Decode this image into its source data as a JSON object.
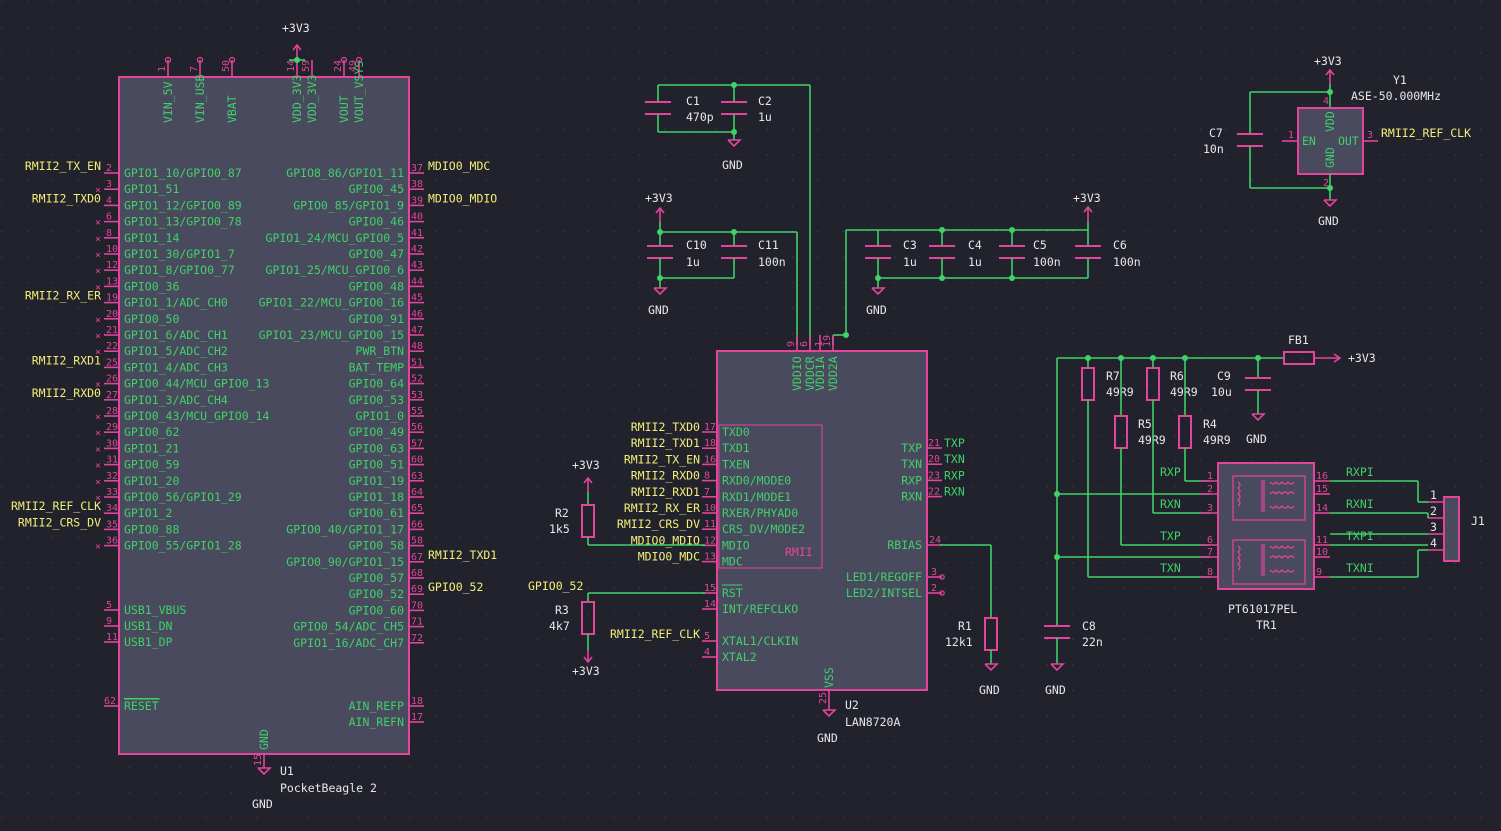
{
  "power_labels": {
    "v3v3": "+3V3",
    "gnd": "GND"
  },
  "u1": {
    "ref": "U1",
    "value": "PocketBeagle 2",
    "top_pins": [
      {
        "num": "1",
        "name": "VIN_5V"
      },
      {
        "num": "7",
        "name": "VIN_USB"
      },
      {
        "num": "50",
        "name": "VBAT"
      },
      {
        "num": "14",
        "name": "VDD_3V3"
      },
      {
        "num": "59",
        "name": "VDD_3V3"
      },
      {
        "num": "24",
        "name": "VOUT"
      },
      {
        "num": "49",
        "name": "VOUT_VSYS"
      }
    ],
    "left_pins": [
      {
        "num": "2",
        "name": "GPIO1_10/GPIO0_87",
        "net": "RMII2_TX_EN"
      },
      {
        "num": "3",
        "name": "GPIO1_51",
        "net": ""
      },
      {
        "num": "4",
        "name": "GPIO1_12/GPIO0_89",
        "net": "RMII2_TXD0"
      },
      {
        "num": "6",
        "name": "GPIO1_13/GPIO0_78",
        "net": ""
      },
      {
        "num": "8",
        "name": "GPIO1_14",
        "net": ""
      },
      {
        "num": "10",
        "name": "GPIO1_30/GPIO1_7",
        "net": ""
      },
      {
        "num": "12",
        "name": "GPIO1_8/GPIO0_77",
        "net": ""
      },
      {
        "num": "13",
        "name": "GPIO0_36",
        "net": ""
      },
      {
        "num": "19",
        "name": "GPIO1_1/ADC_CH0",
        "net": "RMII2_RX_ER"
      },
      {
        "num": "20",
        "name": "GPIO0_50",
        "net": ""
      },
      {
        "num": "21",
        "name": "GPIO1_6/ADC_CH1",
        "net": ""
      },
      {
        "num": "22",
        "name": "GPIO1_5/ADC_CH2",
        "net": ""
      },
      {
        "num": "25",
        "name": "GPIO1_4/ADC_CH3",
        "net": "RMII2_RXD1"
      },
      {
        "num": "26",
        "name": "GPIO0_44/MCU_GPIO0_13",
        "net": ""
      },
      {
        "num": "27",
        "name": "GPIO1_3/ADC_CH4",
        "net": "RMII2_RXD0"
      },
      {
        "num": "28",
        "name": "GPIO0_43/MCU_GPIO0_14",
        "net": ""
      },
      {
        "num": "29",
        "name": "GPIO0_62",
        "net": ""
      },
      {
        "num": "30",
        "name": "GPIO1_21",
        "net": ""
      },
      {
        "num": "31",
        "name": "GPIO0_59",
        "net": ""
      },
      {
        "num": "32",
        "name": "GPIO1_20",
        "net": ""
      },
      {
        "num": "33",
        "name": "GPIO0_56/GPIO1_29",
        "net": ""
      },
      {
        "num": "34",
        "name": "GPIO1_2",
        "net": "RMII2_REF_CLK"
      },
      {
        "num": "35",
        "name": "GPIO0_88",
        "net": "RMII2_CRS_DV"
      },
      {
        "num": "36",
        "name": "GPIO0_55/GPIO1_28",
        "net": ""
      }
    ],
    "left_pins_b": [
      {
        "num": "5",
        "name": "USB1_VBUS"
      },
      {
        "num": "9",
        "name": "USB1_DN"
      },
      {
        "num": "11",
        "name": "USB1_DP"
      }
    ],
    "reset_pin": {
      "num": "62",
      "name": "RESET"
    },
    "right_pins": [
      {
        "num": "37",
        "name": "GPIO8_86/GPIO1_11",
        "net": "MDIO0_MDC"
      },
      {
        "num": "38",
        "name": "GPIO0_45",
        "net": ""
      },
      {
        "num": "39",
        "name": "GPIO0_85/GPIO1_9",
        "net": "MDIO0_MDIO"
      },
      {
        "num": "40",
        "name": "GPIO0_46",
        "net": ""
      },
      {
        "num": "41",
        "name": "GPIO1_24/MCU_GPIO0_5",
        "net": ""
      },
      {
        "num": "42",
        "name": "GPIO0_47",
        "net": ""
      },
      {
        "num": "43",
        "name": "GPIO1_25/MCU_GPIO0_6",
        "net": ""
      },
      {
        "num": "44",
        "name": "GPIO0_48",
        "net": ""
      },
      {
        "num": "45",
        "name": "GPIO1_22/MCU_GPIO0_16",
        "net": ""
      },
      {
        "num": "46",
        "name": "GPIO0_91",
        "net": ""
      },
      {
        "num": "47",
        "name": "GPIO1_23/MCU_GPIO0_15",
        "net": ""
      },
      {
        "num": "48",
        "name": "PWR_BTN",
        "net": ""
      },
      {
        "num": "51",
        "name": "BAT_TEMP",
        "net": ""
      },
      {
        "num": "52",
        "name": "GPIO0_64",
        "net": ""
      },
      {
        "num": "53",
        "name": "GPIO0_53",
        "net": ""
      },
      {
        "num": "55",
        "name": "GPIO1_0",
        "net": ""
      },
      {
        "num": "56",
        "name": "GPIO0_49",
        "net": ""
      },
      {
        "num": "57",
        "name": "GPIO0_63",
        "net": ""
      },
      {
        "num": "60",
        "name": "GPIO0_51",
        "net": ""
      },
      {
        "num": "63",
        "name": "GPIO1_19",
        "net": ""
      },
      {
        "num": "64",
        "name": "GPIO1_18",
        "net": ""
      },
      {
        "num": "65",
        "name": "GPIO0_61",
        "net": ""
      },
      {
        "num": "66",
        "name": "GPIO0_40/GPIO1_17",
        "net": ""
      },
      {
        "num": "58",
        "name": "GPIO0_58",
        "net": ""
      },
      {
        "num": "67",
        "name": "GPIO0_90/GPIO1_15",
        "net": "RMII2_TXD1"
      },
      {
        "num": "68",
        "name": "GPIO0_57",
        "net": ""
      },
      {
        "num": "69",
        "name": "GPIO0_52",
        "net": "GPIO0_52"
      },
      {
        "num": "70",
        "name": "GPIO0_60",
        "net": ""
      },
      {
        "num": "71",
        "name": "GPIO0_54/ADC_CH5",
        "net": ""
      },
      {
        "num": "72",
        "name": "GPIO1_16/ADC_CH7",
        "net": ""
      }
    ],
    "ain_pins": [
      {
        "num": "18",
        "name": "AIN_REFP"
      },
      {
        "num": "17",
        "name": "AIN_REFN"
      }
    ],
    "gnd_pin": {
      "num": "15",
      "name": "GND"
    }
  },
  "u2": {
    "ref": "U2",
    "value": "LAN8720A",
    "box_label": "RMII",
    "top_pins": [
      {
        "num": "9",
        "name": "VDDIO"
      },
      {
        "num": "6",
        "name": "VDDCR"
      },
      {
        "num": "1",
        "name": "VDD1A"
      },
      {
        "num": "19",
        "name": "VDD2A"
      }
    ],
    "left_pins": [
      {
        "num": "17",
        "name": "TXD0",
        "net": "RMII2_TXD0"
      },
      {
        "num": "18",
        "name": "TXD1",
        "net": "RMII2_TXD1"
      },
      {
        "num": "16",
        "name": "TXEN",
        "net": "RMII2_TX_EN"
      },
      {
        "num": "8",
        "name": "RXD0/MODE0",
        "net": "RMII2_RXD0"
      },
      {
        "num": "7",
        "name": "RXD1/MODE1",
        "net": "RMII2_RXD1"
      },
      {
        "num": "10",
        "name": "RXER/PHYAD0",
        "net": "RMII2_RX_ER"
      },
      {
        "num": "11",
        "name": "CRS_DV/MODE2",
        "net": "RMII2_CRS_DV"
      },
      {
        "num": "12",
        "name": "MDIO",
        "net": "MDIO0_MDIO"
      },
      {
        "num": "13",
        "name": "MDC",
        "net": "MDIO0_MDC"
      }
    ],
    "left_pins_b": [
      {
        "num": "15",
        "name": "RST"
      },
      {
        "num": "14",
        "name": "INT/REFCLKO"
      },
      {
        "num": "5",
        "name": "XTAL1/CLKIN"
      },
      {
        "num": "4",
        "name": "XTAL2"
      }
    ],
    "xtal_net": "RMII2_REF_CLK",
    "right_pins": [
      {
        "num": "21",
        "name": "TXP",
        "net": "TXP"
      },
      {
        "num": "20",
        "name": "TXN",
        "net": "TXN"
      },
      {
        "num": "23",
        "name": "RXP",
        "net": "RXP"
      },
      {
        "num": "22",
        "name": "RXN",
        "net": "RXN"
      }
    ],
    "rbias_pin": {
      "num": "24",
      "name": "RBIAS"
    },
    "led_pins": [
      {
        "num": "3",
        "name": "LED1/REGOFF"
      },
      {
        "num": "2",
        "name": "LED2/INTSEL"
      }
    ],
    "vss_pin": {
      "num": "25",
      "name": "VSS"
    }
  },
  "caps": {
    "c1": {
      "ref": "C1",
      "value": "470p"
    },
    "c2": {
      "ref": "C2",
      "value": "1u"
    },
    "c10": {
      "ref": "C10",
      "value": "1u"
    },
    "c11": {
      "ref": "C11",
      "value": "100n"
    },
    "c3": {
      "ref": "C3",
      "value": "1u"
    },
    "c4": {
      "ref": "C4",
      "value": "1u"
    },
    "c5": {
      "ref": "C5",
      "value": "100n"
    },
    "c6": {
      "ref": "C6",
      "value": "100n"
    },
    "c7": {
      "ref": "C7",
      "value": "10n"
    },
    "c8": {
      "ref": "C8",
      "value": "22n"
    },
    "c9": {
      "ref": "C9",
      "value": "10u"
    }
  },
  "res": {
    "r1": {
      "ref": "R1",
      "value": "12k1"
    },
    "r2": {
      "ref": "R2",
      "value": "1k5"
    },
    "r3": {
      "ref": "R3",
      "value": "4k7"
    },
    "r4": {
      "ref": "R4",
      "value": "49R9"
    },
    "r5": {
      "ref": "R5",
      "value": "49R9"
    },
    "r6": {
      "ref": "R6",
      "value": "49R9"
    },
    "r7": {
      "ref": "R7",
      "value": "49R9"
    }
  },
  "r2_net": "",
  "r3_net": "GPIO0_52",
  "y1": {
    "ref": "Y1",
    "value": "ASE-50.000MHz",
    "pins": [
      {
        "num": "1",
        "name": "EN"
      },
      {
        "num": "3",
        "name": "OUT"
      },
      {
        "num": "4",
        "name": "VDD"
      },
      {
        "num": "2",
        "name": "GND"
      }
    ],
    "net": "RMII2_REF_CLK"
  },
  "fb1": {
    "ref": "FB1"
  },
  "tr1": {
    "ref": "TR1",
    "value": "PT61017PEL",
    "pins_left": [
      {
        "num": "1",
        "net": "RXP"
      },
      {
        "num": "2",
        "net": ""
      },
      {
        "num": "3",
        "net": "RXN"
      },
      {
        "num": "6",
        "net": "TXP"
      },
      {
        "num": "7",
        "net": ""
      },
      {
        "num": "8",
        "net": "TXN"
      }
    ],
    "pins_right": [
      {
        "num": "16",
        "net": "RXPI"
      },
      {
        "num": "15",
        "net": ""
      },
      {
        "num": "14",
        "net": "RXNI"
      },
      {
        "num": "11",
        "net": "TXPI"
      },
      {
        "num": "10",
        "net": ""
      },
      {
        "num": "9",
        "net": "TXNI"
      }
    ]
  },
  "j1": {
    "ref": "J1",
    "pins": [
      "1",
      "2",
      "3",
      "4"
    ]
  }
}
